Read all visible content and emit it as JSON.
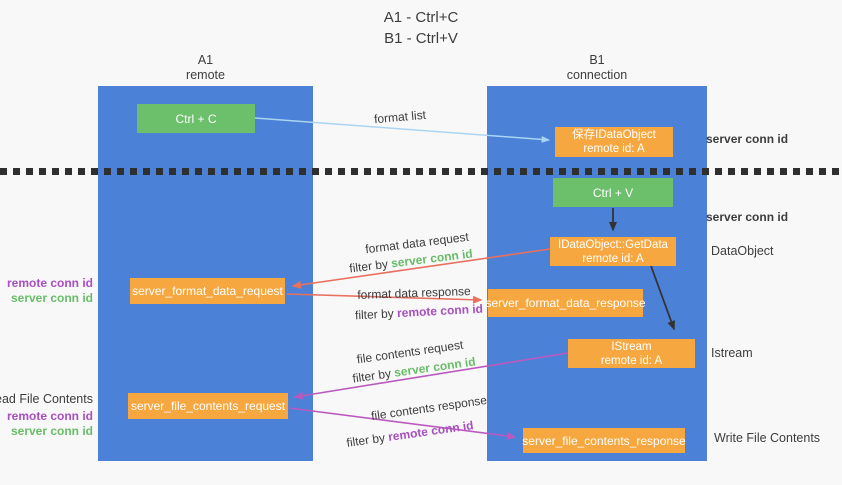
{
  "title": {
    "line1": "A1 - Ctrl+C",
    "line2": "B1 - Ctrl+V"
  },
  "columns": {
    "a": {
      "name": "A1",
      "role": "remote"
    },
    "b": {
      "name": "B1",
      "role": "connection"
    }
  },
  "nodes": {
    "ctrl_c": {
      "label": "Ctrl + C"
    },
    "ctrl_v": {
      "label": "Ctrl + V"
    },
    "save_dataobject": {
      "line1": "保存IDataObject",
      "line2": "remote id: A"
    },
    "getdata": {
      "line1": "IDataObject::GetData",
      "line2": "remote id: A"
    },
    "istream": {
      "line1": "IStream",
      "line2": "remote id: A"
    },
    "format_request": {
      "label": "server_format_data_request"
    },
    "format_response": {
      "label": "server_format_data_response"
    },
    "file_request": {
      "label": "server_file_contents_request"
    },
    "file_response": {
      "label": "server_file_contents_response"
    }
  },
  "messages": {
    "format_list": "format list",
    "format_data_request": "format data request",
    "format_data_response": "format data response",
    "file_contents_request": "file contents request",
    "file_contents_response": "file contents response"
  },
  "terms": {
    "filter_by": "filter by ",
    "server_conn_id": "server conn id",
    "remote_conn_id": "remote conn id"
  },
  "side_labels": {
    "dataobject": "DataObject",
    "istream": "Istream",
    "write_file_contents": "Write File Contents",
    "read_file_contents": "Read File Contents"
  },
  "colors": {
    "background": "#f8f8f8",
    "column_blue": "#4b81d6",
    "node_green": "#6cbf6b",
    "node_orange": "#f6a73f",
    "arrow_light_blue": "#a9d5f2",
    "arrow_salmon": "#e8705f",
    "arrow_magenta": "#bb5abe",
    "arrow_black": "#333333",
    "text_green": "#68bd68",
    "text_purple": "#a94fc0",
    "text_dark": "#3d3d3d"
  }
}
